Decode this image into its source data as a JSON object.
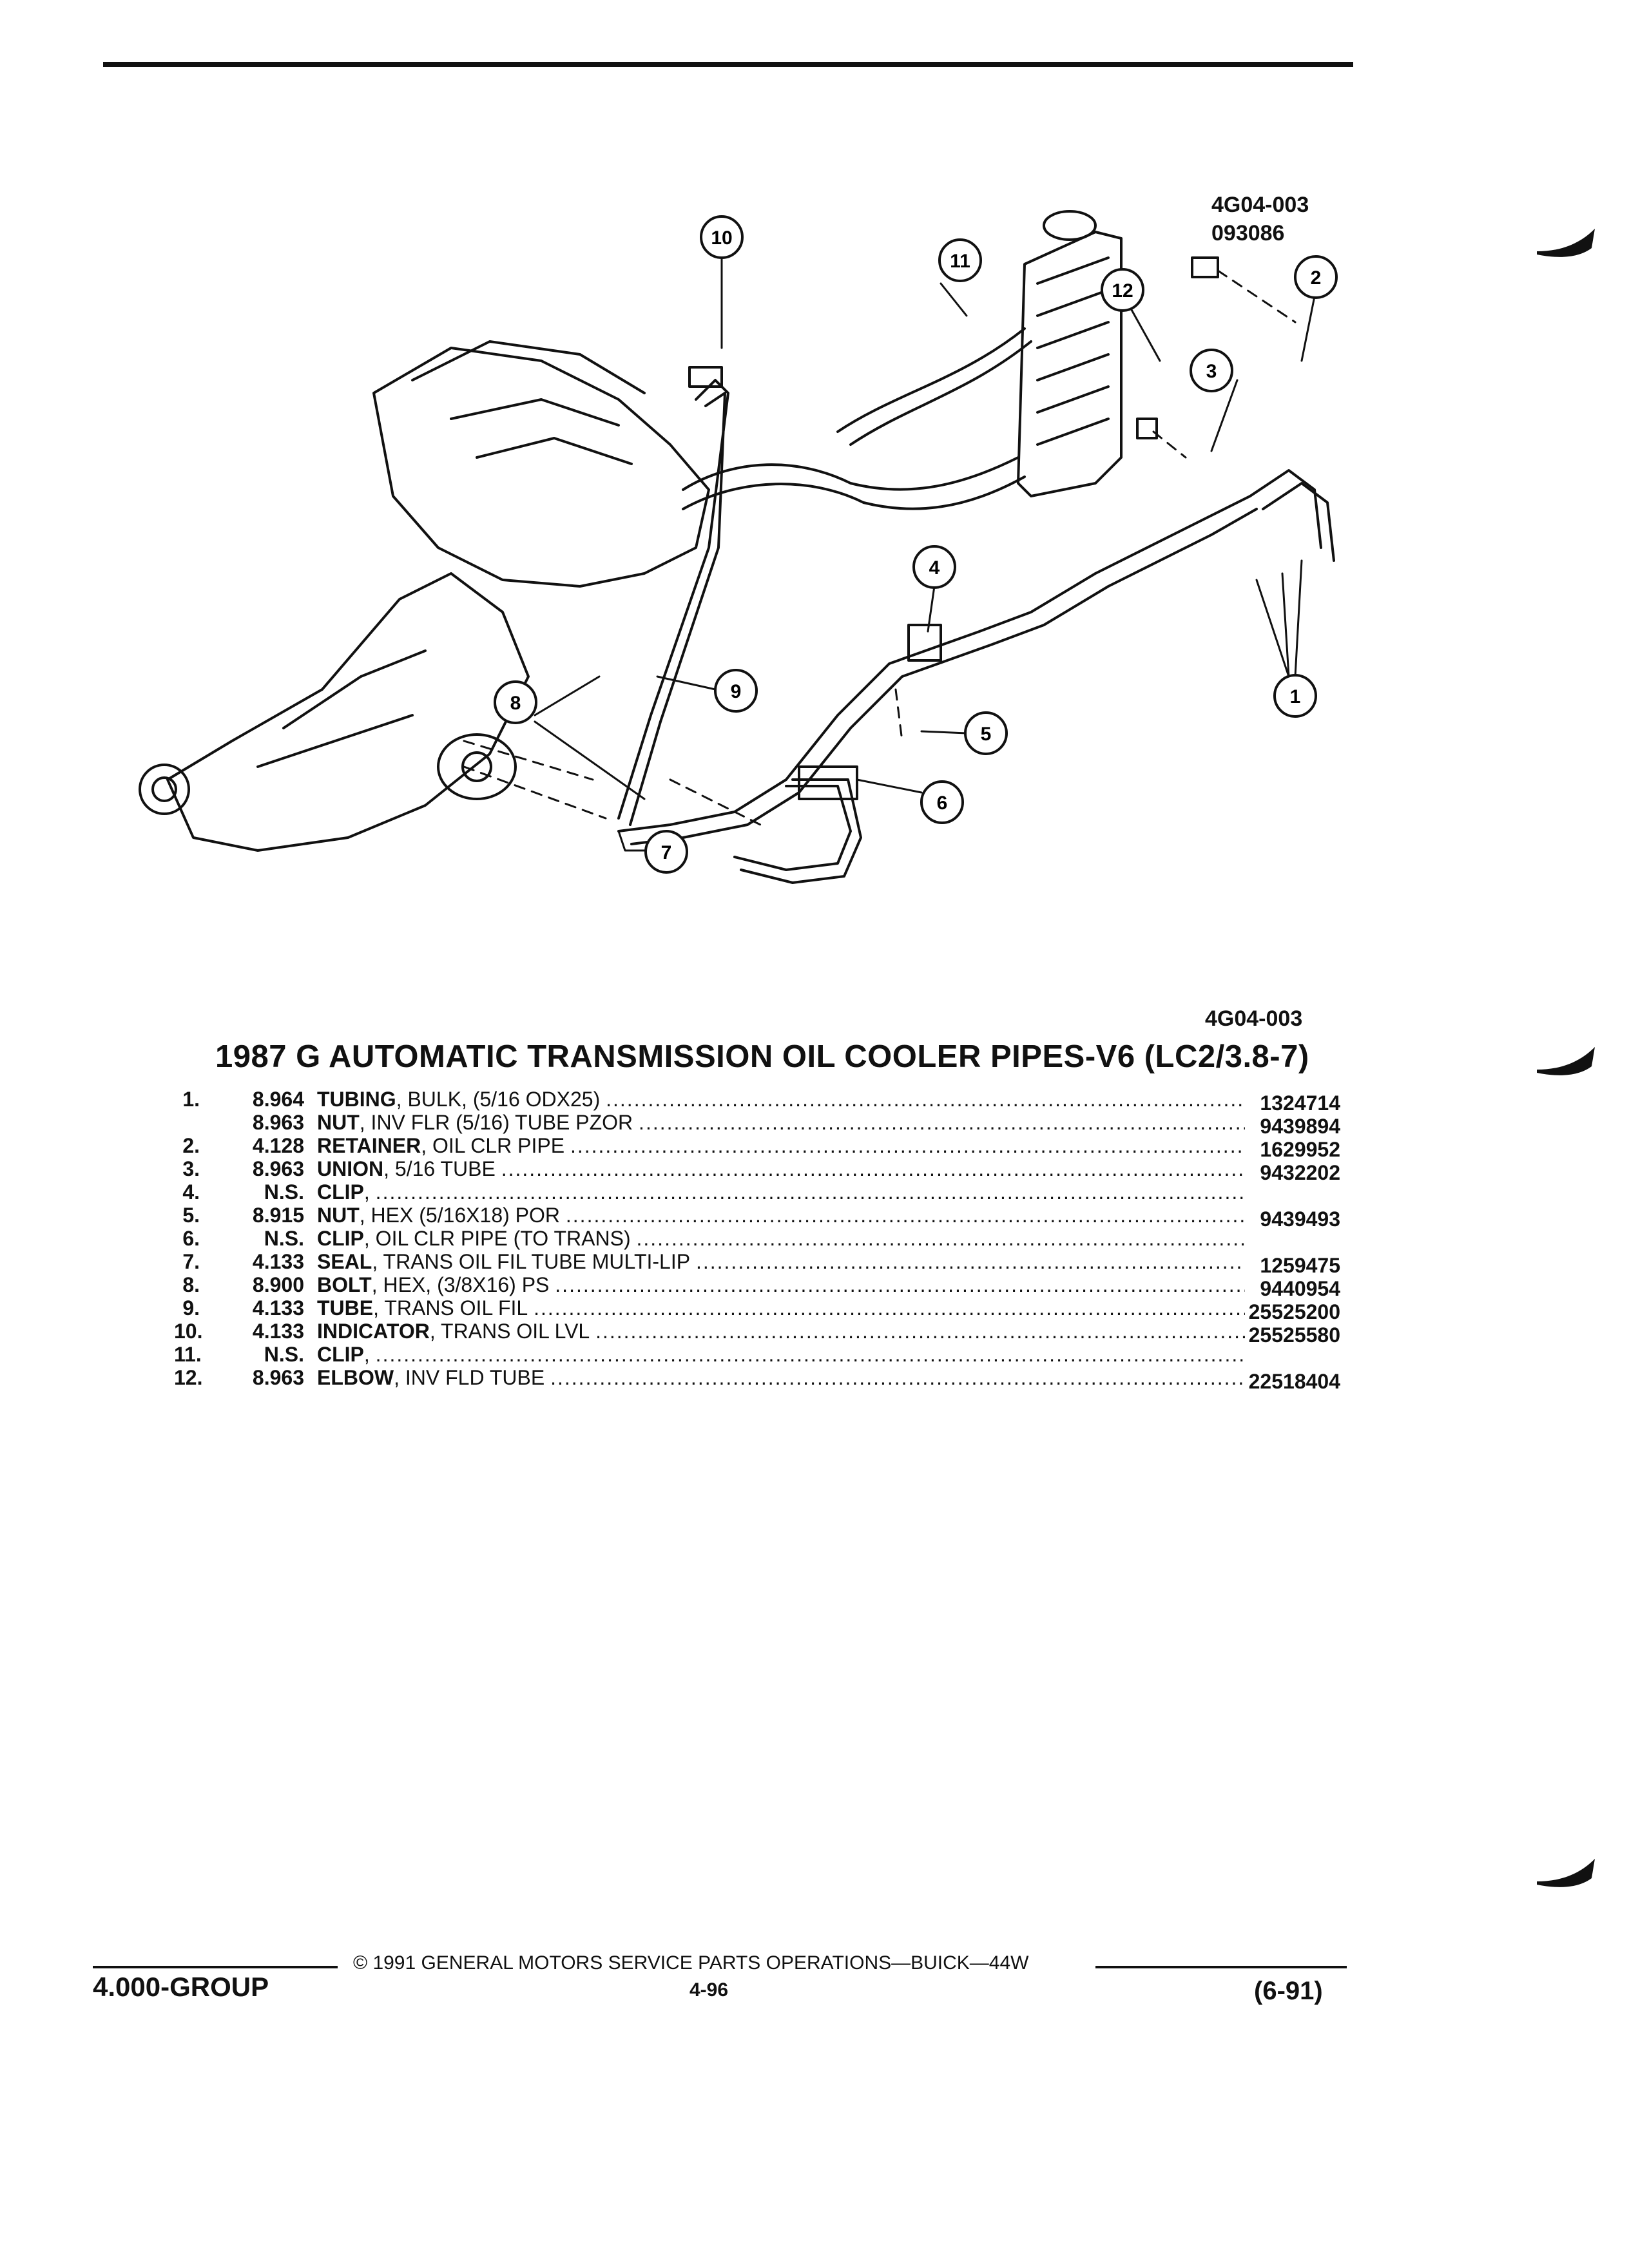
{
  "diagram": {
    "ref_code": "4G04-003",
    "ref_date": "093086",
    "callouts": [
      "10",
      "11",
      "2",
      "12",
      "3",
      "4",
      "1",
      "8",
      "9",
      "5",
      "6",
      "7"
    ]
  },
  "figure_code": "4G04-003",
  "title": "1987 G AUTOMATIC TRANSMISSION OIL COOLER PIPES-V6 (LC2/3.8-7)",
  "parts": [
    {
      "num": "1.",
      "group": "8.964",
      "name": "TUBING",
      "spec": ", BULK, (5/16 ODX25)",
      "part": "1324714"
    },
    {
      "num": "",
      "group": "8.963",
      "name": "NUT",
      "spec": ", INV FLR (5/16) TUBE PZOR",
      "part": "9439894"
    },
    {
      "num": "2.",
      "group": "4.128",
      "name": "RETAINER",
      "spec": ", OIL CLR PIPE",
      "part": "1629952"
    },
    {
      "num": "3.",
      "group": "8.963",
      "name": "UNION",
      "spec": ", 5/16 TUBE",
      "part": "9432202"
    },
    {
      "num": "4.",
      "group": "N.S.",
      "name": "CLIP",
      "spec": ",",
      "part": ""
    },
    {
      "num": "5.",
      "group": "8.915",
      "name": "NUT",
      "spec": ", HEX (5/16X18) POR",
      "part": "9439493"
    },
    {
      "num": "6.",
      "group": "N.S.",
      "name": "CLIP",
      "spec": ", OIL CLR PIPE (TO TRANS)",
      "part": ""
    },
    {
      "num": "7.",
      "group": "4.133",
      "name": "SEAL",
      "spec": ", TRANS OIL FIL TUBE MULTI-LIP",
      "part": "1259475"
    },
    {
      "num": "8.",
      "group": "8.900",
      "name": "BOLT",
      "spec": ", HEX, (3/8X16) PS",
      "part": "9440954"
    },
    {
      "num": "9.",
      "group": "4.133",
      "name": "TUBE",
      "spec": ", TRANS OIL FIL",
      "part": "25525200"
    },
    {
      "num": "10.",
      "group": "4.133",
      "name": "INDICATOR",
      "spec": ", TRANS OIL LVL",
      "part": "25525580"
    },
    {
      "num": "11.",
      "group": "N.S.",
      "name": "CLIP",
      "spec": ",",
      "part": ""
    },
    {
      "num": "12.",
      "group": "8.963",
      "name": "ELBOW",
      "spec": ", INV FLD TUBE",
      "part": "22518404"
    }
  ],
  "dots": "..............................................................................................................................",
  "footer": {
    "copyright": "© 1991 GENERAL MOTORS SERVICE PARTS OPERATIONS—BUICK—44W",
    "group": "4.000-GROUP",
    "page": "4-96",
    "date": "(6-91)"
  }
}
